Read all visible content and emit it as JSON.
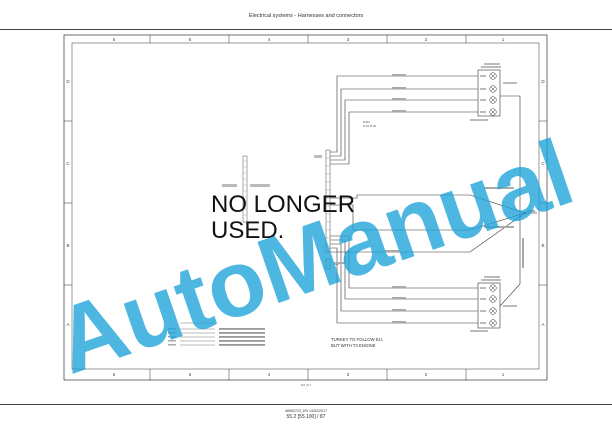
{
  "header": {
    "title": "Electrical systems - Harnesses and connectors"
  },
  "frame": {
    "col_labels": [
      "6",
      "5",
      "4",
      "3",
      "2",
      "1"
    ],
    "row_labels": [
      "D",
      "C",
      "B",
      "A"
    ]
  },
  "diagram": {
    "overlay_lines": [
      "NO LONGER",
      "USED."
    ],
    "note_lines": [
      "TURKEY TO FOLLOW EU,",
      "BUT WITH T3 ENGINE"
    ],
    "euro_label": [
      "EURO",
      "PLUS PLUS"
    ],
    "drawing_ref": "SA7_01  1"
  },
  "watermark": {
    "text": "AutoManual",
    "color": "#1ba3d8"
  },
  "footer": {
    "doc_id": "48083723_EN 14/02/2017",
    "page_ref": "55.2 [55.100] / 87"
  }
}
